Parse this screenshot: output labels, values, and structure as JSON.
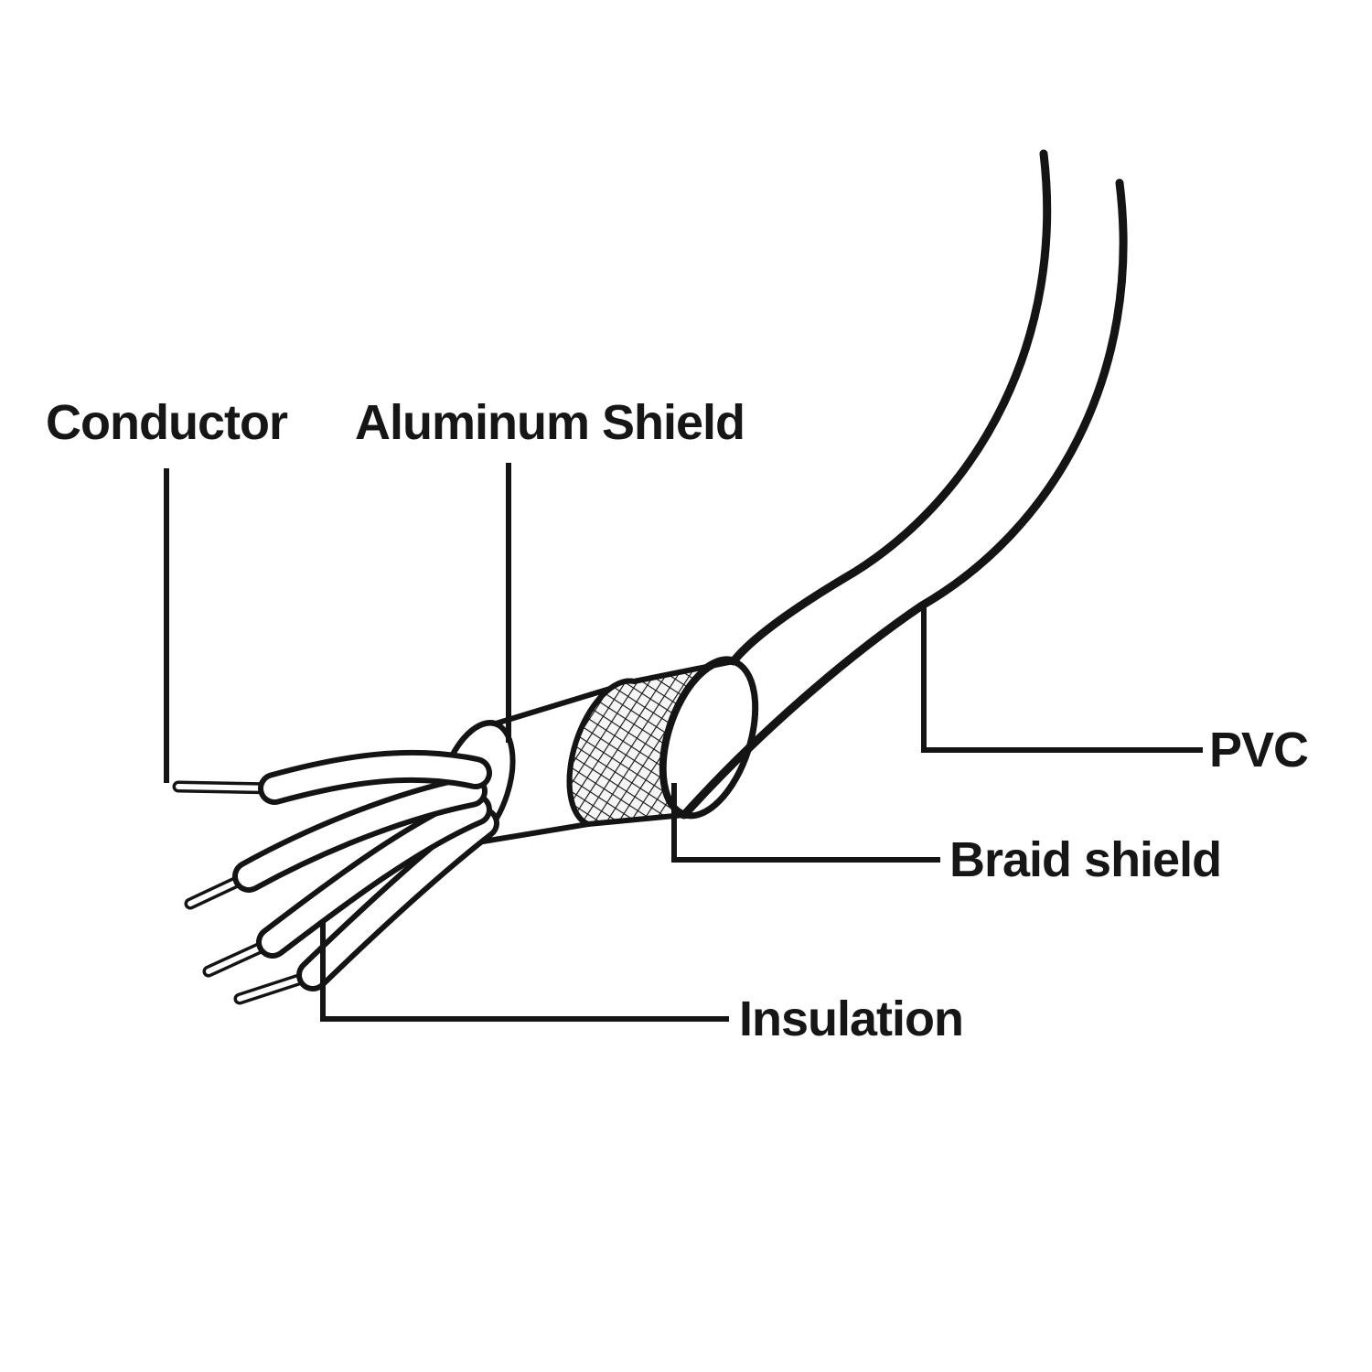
{
  "diagram": {
    "background": "#ffffff",
    "ink_color": "#141414",
    "labels": {
      "conductor": "Conductor",
      "aluminum_shield": "Aluminum Shield",
      "pvc": "PVC",
      "braid_shield": "Braid shield",
      "insulation": "Insulation"
    }
  }
}
